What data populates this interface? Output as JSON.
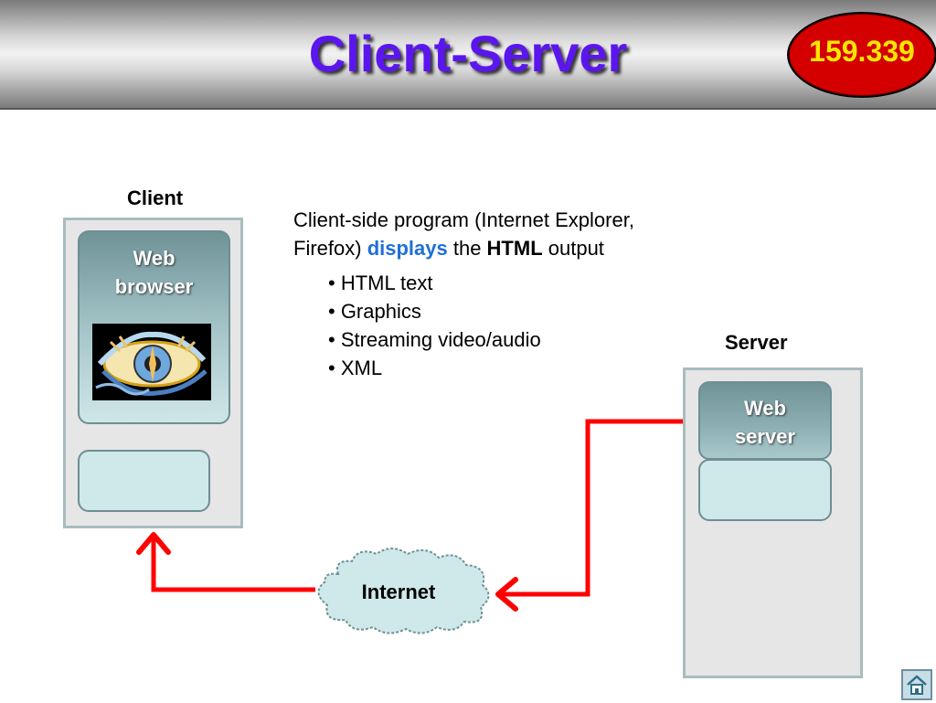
{
  "title": "Client-Server",
  "badge": "159.339",
  "client": {
    "label": "Client",
    "browser_line1": "Web",
    "browser_line2": "browser"
  },
  "server": {
    "label": "Server",
    "web_server_line1": "Web",
    "web_server_line2": "server"
  },
  "description": {
    "line1": "Client-side program (Internet Explorer,",
    "line2_start": "Firefox) ",
    "line2_highlight": "displays",
    "line2_mid": " the ",
    "line2_bold": "HTML",
    "line2_end": " output"
  },
  "bullets": [
    "• HTML text",
    "• Graphics",
    "• Streaming video/audio",
    "• XML"
  ],
  "network": {
    "label": "Internet"
  },
  "colors": {
    "title": "#5b16ee",
    "badge_bg": "#d40000",
    "badge_text": "#ffe600",
    "arrow": "#ff0000",
    "highlight": "#1f6fd6"
  },
  "icons": {
    "clipart": "eye-clipart-icon",
    "nav": "home-nav-icon"
  }
}
